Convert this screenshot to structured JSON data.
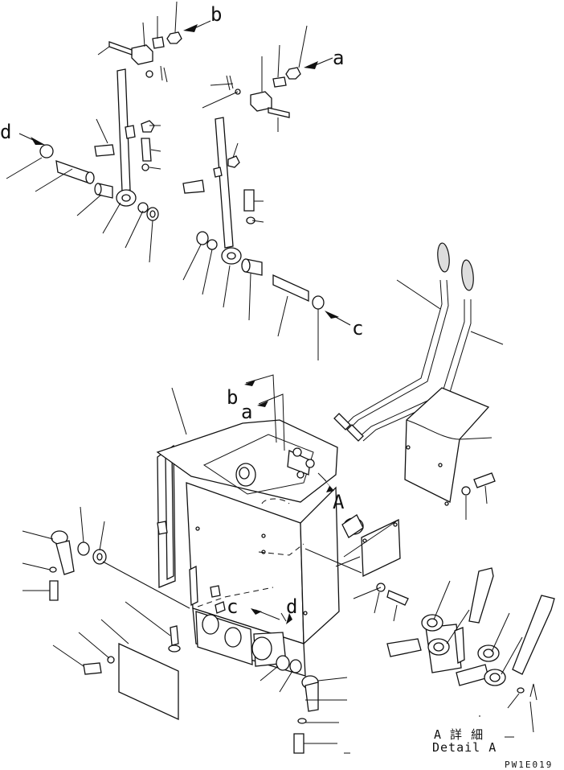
{
  "drawing": {
    "callout_letters": {
      "a": "a",
      "b": "b",
      "c": "c",
      "d": "d",
      "detail_view": "A"
    },
    "detail_caption_jp": "A 詳 細",
    "detail_caption_en": "Detail A",
    "drawing_code": "PW1E019"
  }
}
